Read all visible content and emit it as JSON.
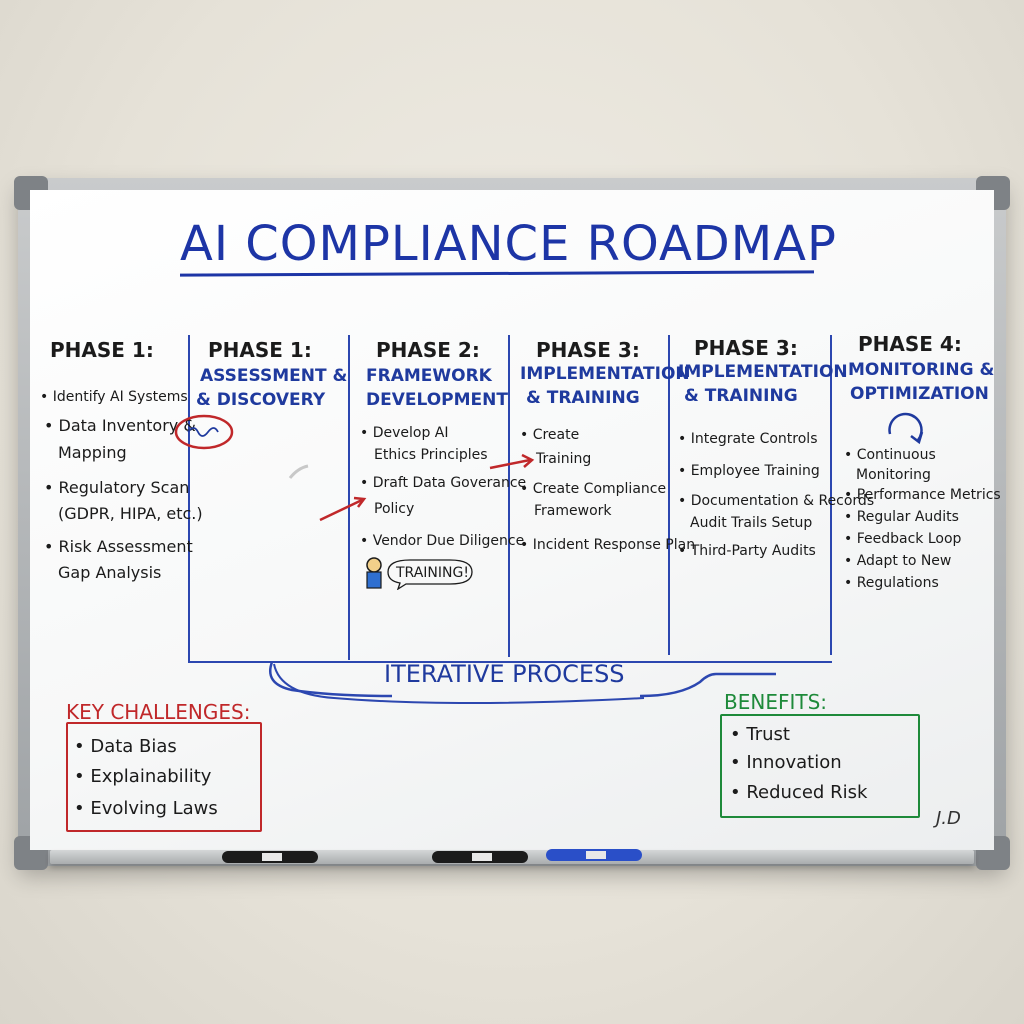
{
  "title": "AI COMPLIANCE ROADMAP",
  "col0": {
    "head": "PHASE 1:",
    "items": [
      "• Identify AI Systems",
      "• Data Inventory &",
      "Mapping",
      "• Regulatory Scan",
      "(GDPR, HIPA, etc.)",
      "• Risk Assessment",
      "Gap Analysis"
    ]
  },
  "col1": {
    "head": "PHASE 1:",
    "sub1": "ASSESSMENT &",
    "sub2": "& DISCOVERY"
  },
  "col2": {
    "head": "PHASE 2:",
    "sub1": "FRAMEWORK",
    "sub2": "DEVELOPMENT",
    "items": [
      "• Develop AI",
      "Ethics Principles",
      "• Draft Data Goverance",
      "Policy",
      "• Vendor Due Diligence"
    ],
    "training": "TRAINING!"
  },
  "col3": {
    "head": "PHASE 3:",
    "sub1": "IMPLEMENTATION",
    "sub2": "& TRAINING",
    "items": [
      "• Create",
      "Training",
      "• Create Compliance",
      "Framework",
      "• Incident Response Plan"
    ]
  },
  "col4": {
    "head": "PHASE 3:",
    "sub1": "IMPLEMENTATION",
    "sub2": "& TRAINING",
    "items": [
      "• Integrate Controls",
      "• Employee Training",
      "• Documentation & Records",
      "Audit Trails Setup",
      "• Third-Party Audits"
    ]
  },
  "col5": {
    "head": "PHASE 4:",
    "sub1": "MONITORING &",
    "sub2": "OPTIMIZATION",
    "items": [
      "• Continuous",
      "Monitoring",
      "• Performance Metrics",
      "• Regular Audits",
      "• Feedback Loop",
      "• Adapt to New",
      "• Regulations"
    ]
  },
  "iterative": "ITERATIVE PROCESS",
  "challenges": {
    "head": "KEY CHALLENGES:",
    "items": [
      "• Data Bias",
      "• Explainability",
      "• Evolving Laws"
    ]
  },
  "benefits": {
    "head": "BENEFITS:",
    "items": [
      "• Trust",
      "• Innovation",
      "• Reduced Risk"
    ]
  },
  "signature": "J.D",
  "colors": {
    "blue": "#1f3a9e",
    "red": "#c0282a",
    "green": "#1e8a3a",
    "black": "#1b1b1b"
  }
}
